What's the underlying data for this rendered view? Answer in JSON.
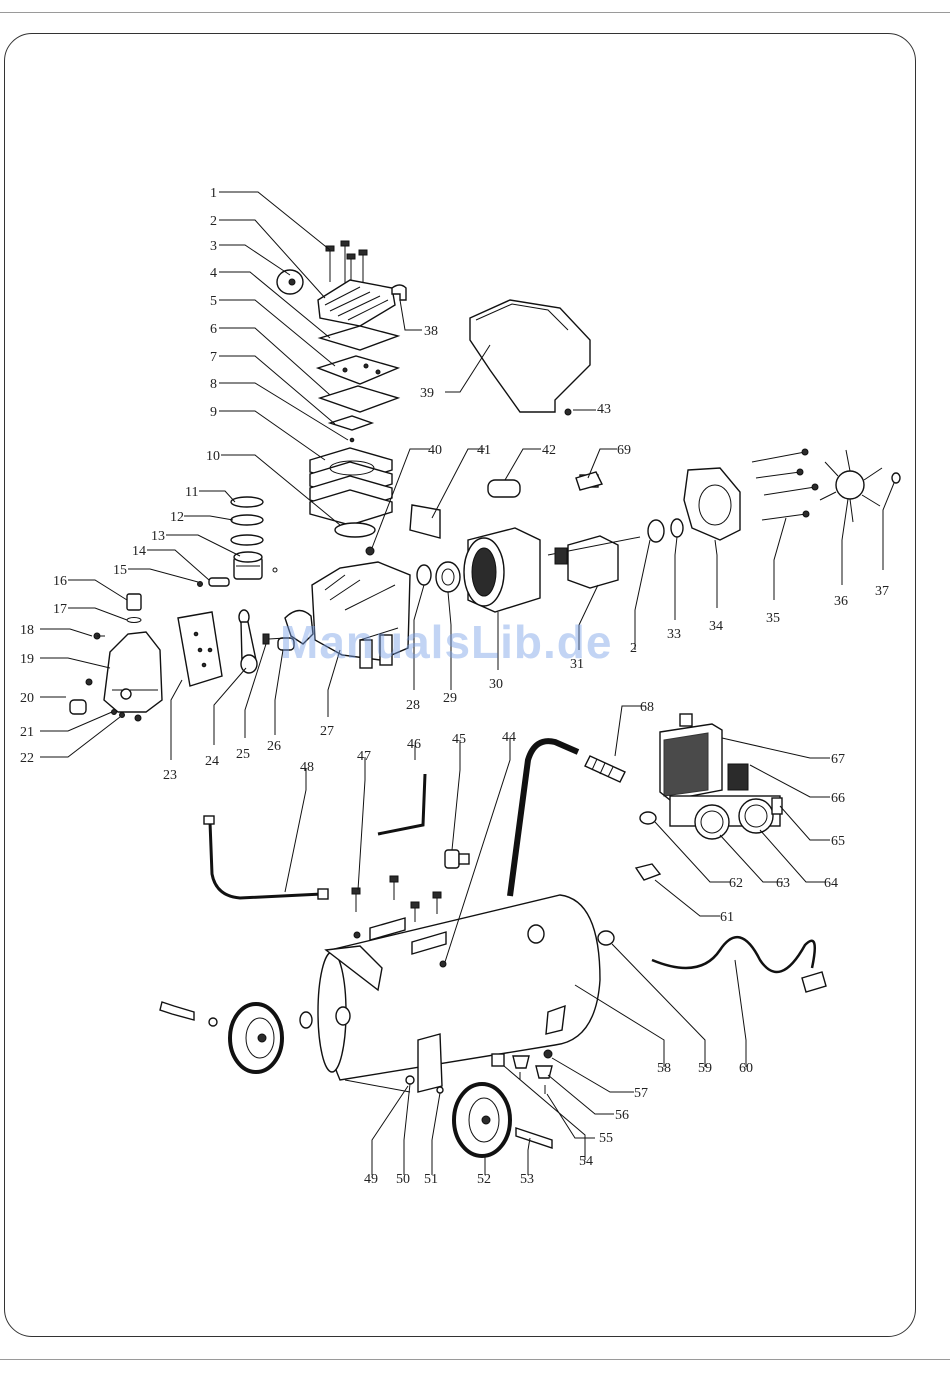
{
  "watermark": "ManualsLib.de",
  "part_numbers": [
    "1",
    "2",
    "3",
    "4",
    "5",
    "6",
    "7",
    "8",
    "9",
    "10",
    "11",
    "12",
    "13",
    "14",
    "15",
    "16",
    "17",
    "18",
    "19",
    "20",
    "21",
    "22",
    "23",
    "24",
    "25",
    "26",
    "27",
    "28",
    "29",
    "30",
    "31",
    "2",
    "33",
    "34",
    "35",
    "36",
    "37",
    "38",
    "39",
    "40",
    "41",
    "42",
    "43",
    "44",
    "45",
    "46",
    "47",
    "48",
    "49",
    "50",
    "51",
    "52",
    "53",
    "54",
    "55",
    "56",
    "57",
    "58",
    "59",
    "60",
    "61",
    "62",
    "63",
    "64",
    "65",
    "66",
    "67",
    "68",
    "69"
  ],
  "colors": {
    "line": "#111111",
    "frame": "#333333",
    "watermark": "#78a0e6"
  }
}
